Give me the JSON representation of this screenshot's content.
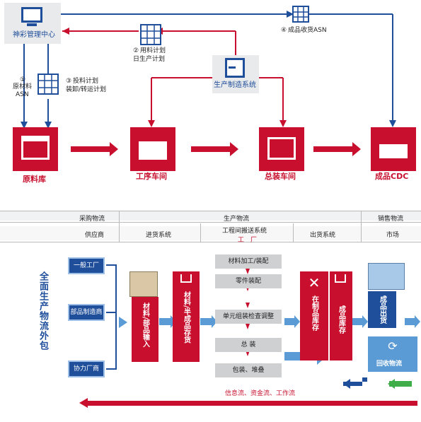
{
  "top": {
    "center_label": "神彩管理中心",
    "production_system": "生产制造系统",
    "n1": "①",
    "raw_asn_line1": "原材料",
    "raw_asn_line2": "ASN",
    "n2": "②",
    "material_plan_line1": "用料计划",
    "material_plan_line2": "日生产计划",
    "n3": "③",
    "feed_plan_line1": "投料计划",
    "feed_plan_line2": "装卸/转运计划",
    "n4": "④",
    "fg_receipt": "成品收货ASN",
    "nodes": [
      "原料库",
      "工序车间",
      "总装车间",
      "成品CDC"
    ]
  },
  "table": {
    "row1": {
      "purchase": "采购物流",
      "production": "生产物流",
      "sales": "销售物流"
    },
    "row2": {
      "supplier": "供应商",
      "inbound": "进货系统",
      "transfer": "工程间搬送系统",
      "factory": "工　厂",
      "outbound": "出货系统",
      "market": "市场"
    }
  },
  "bottom": {
    "vertical_title": "全面生产物流外包",
    "suppliers": [
      "一般工厂",
      "部品制造商",
      "协力厂商"
    ],
    "material_input": "材料/部品输入",
    "material_stock": "材料/半成品存货",
    "process_steps": [
      "材料加工/装配",
      "零件装配",
      "单元组装检查调整",
      "总 装",
      "包装、堆叠"
    ],
    "wip_stock": "在制品库存",
    "fg_stock": "成品库存",
    "fg_out": "成品出货",
    "recycle": "回收物流",
    "flow_caption": "信息流、资金流、工作流"
  },
  "colors": {
    "red": "#c8102e",
    "blue": "#1f4e9a",
    "light_blue": "#5b9bd5",
    "grey": "#cfd0d2"
  }
}
